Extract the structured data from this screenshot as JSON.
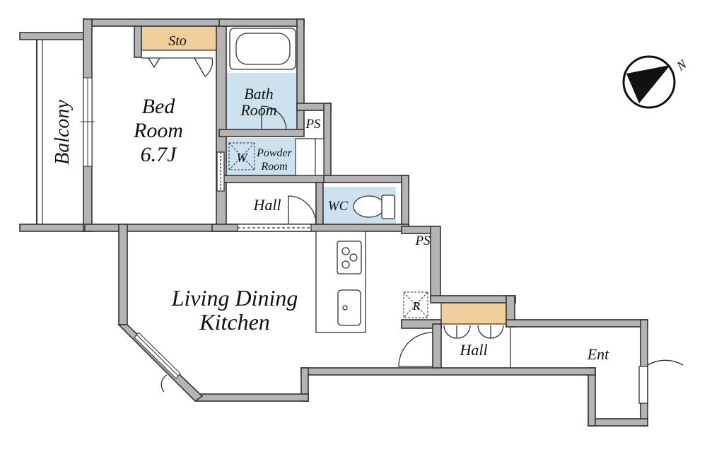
{
  "rooms": {
    "balcony": "Balcony",
    "storage": "Sto",
    "bath_line1": "Bath",
    "bath_line2": "Room",
    "ps_upper": "PS",
    "bed_line1": "Bed",
    "bed_line2": "Room",
    "bed_line3": "6.7J",
    "washer_mark": "W",
    "powder_line1": "Powder",
    "powder_line2": "Room",
    "hall_upper": "Hall",
    "wc": "WC",
    "ps_lower": "PS",
    "ldk_line1": "Living Dining",
    "ldk_line2": "Kitchen",
    "fridge_mark": "R",
    "hall_lower": "Hall",
    "entrance": "Ent"
  },
  "compass": {
    "north_mark": "N"
  },
  "colors": {
    "wall": "#b4b4b4",
    "wet_area": "#cce3ef",
    "storage": "#f0cf9c",
    "outline": "#333333"
  }
}
